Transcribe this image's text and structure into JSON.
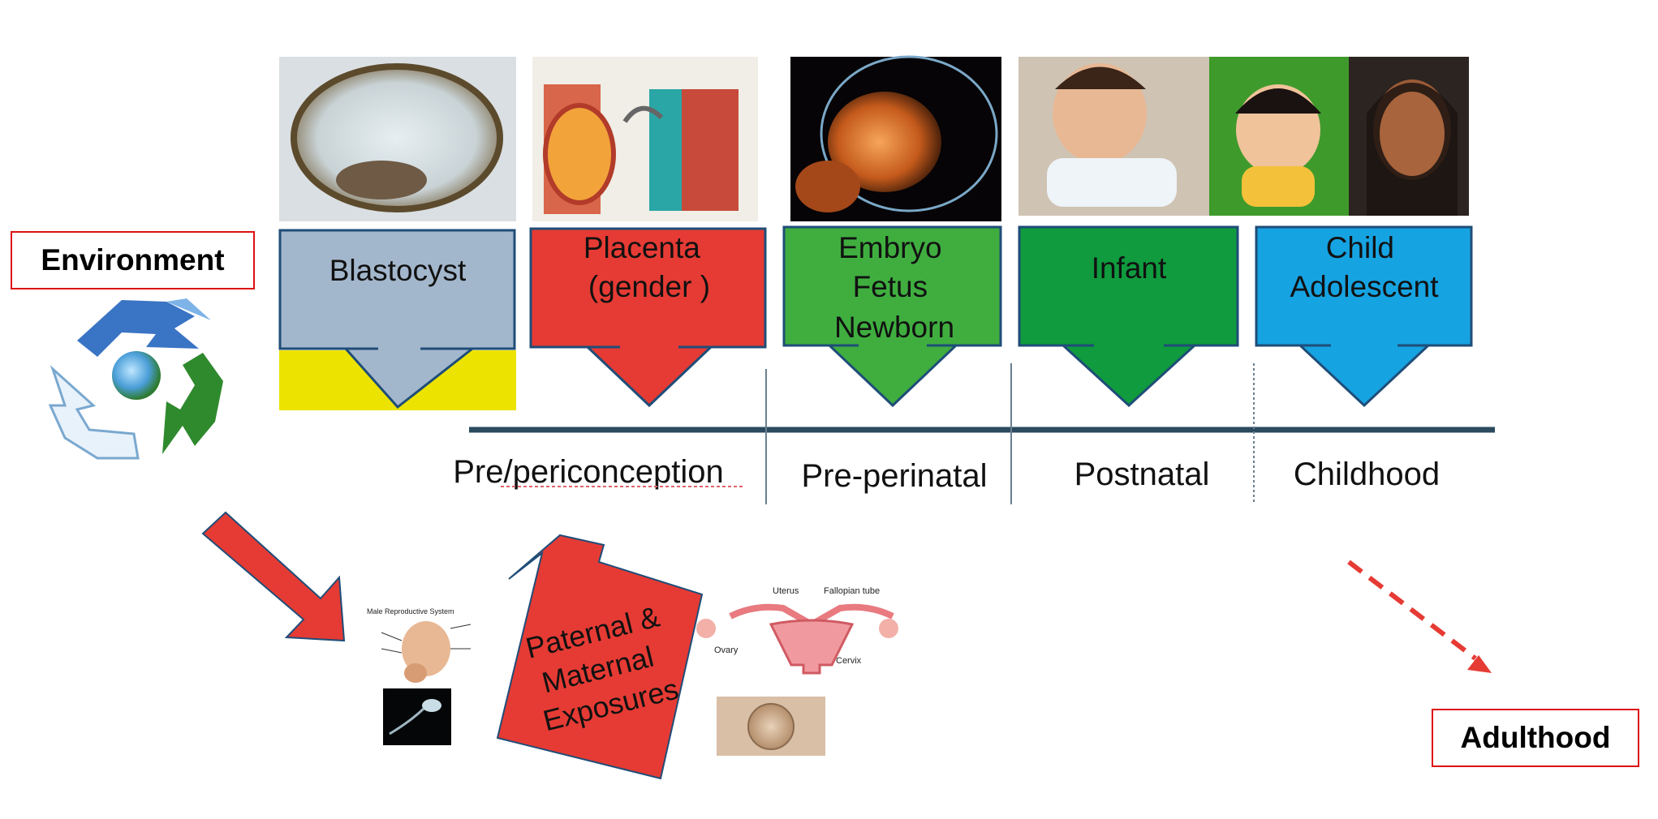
{
  "environment_label": "Environment",
  "adulthood_label": "Adulthood",
  "stages": [
    {
      "lines": [
        "Blastocyst"
      ],
      "color": "#a3b7cc",
      "accent": "#ece300"
    },
    {
      "lines": [
        "Placenta",
        "(gender )"
      ],
      "color": "#e53b34"
    },
    {
      "lines": [
        "Embryo",
        "Fetus",
        "Newborn"
      ],
      "color": "#3fae3f"
    },
    {
      "lines": [
        "Infant"
      ],
      "color": "#0f9b3e"
    },
    {
      "lines": [
        "Child",
        "Adolescent"
      ],
      "color": "#16a3e1"
    }
  ],
  "periods": [
    "Pre/periconception",
    "Pre-perinatal",
    "Postnatal",
    "Childhood"
  ],
  "exposure_label": [
    "Paternal &",
    "Maternal",
    "Exposures"
  ],
  "anatomy_labels": {
    "male": [
      "Male Reproductive System"
    ],
    "female": [
      "Uterus",
      "Fallopian tube",
      "Ovary",
      "Cervix"
    ]
  },
  "colors": {
    "timeline": "#2b4a5e",
    "red_arrow": "#e53b34",
    "dashed": "#e53b34"
  }
}
